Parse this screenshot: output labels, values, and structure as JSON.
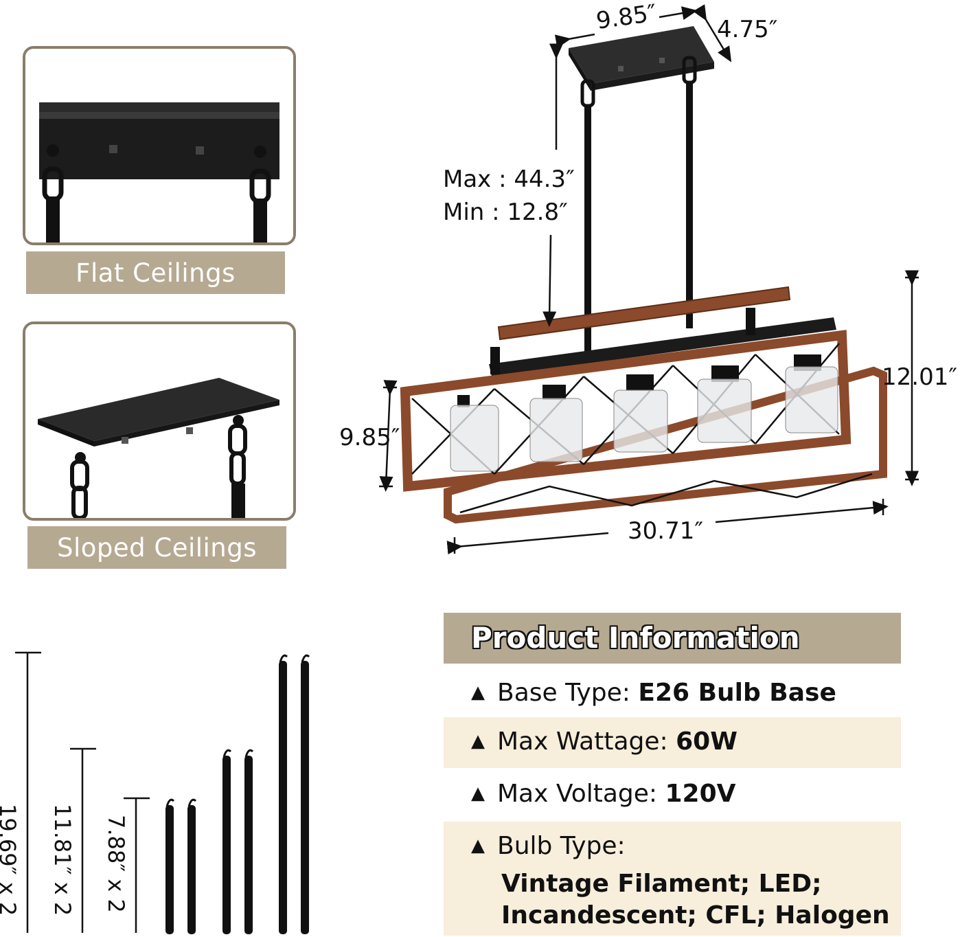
{
  "panels": {
    "flat": {
      "caption": "Flat Ceilings"
    },
    "sloped": {
      "caption": "Sloped Ceilings"
    }
  },
  "dimensions": {
    "canopy_length": "9.85″",
    "canopy_width": "4.75″",
    "max_height": "Max : 44.3″",
    "min_height": "Min : 12.8″",
    "fixture_height": "12.01″",
    "frame_height": "9.85″",
    "fixture_length": "30.71″"
  },
  "rods": [
    {
      "label": "19.69″ x 2"
    },
    {
      "label": "11.81″ x 2"
    },
    {
      "label": "7.88″ x 2"
    }
  ],
  "product_info": {
    "title": "Product Information",
    "rows": [
      {
        "label": "Base Type: ",
        "value": "E26 Bulb Base"
      },
      {
        "label": "Max Wattage: ",
        "value": "60W"
      },
      {
        "label": "Max Voltage: ",
        "value": "120V"
      },
      {
        "label": "Bulb Type:",
        "value_lines": [
          "Vintage Filament; LED;",
          "Incandescent; CFL; Halogen"
        ]
      }
    ]
  },
  "colors": {
    "caption_bg": "#b6a992",
    "panel_border": "#8a7d6a",
    "wood": "#8b4a2b",
    "metal": "#1a1a1a",
    "row_shade": "#f7eedb"
  }
}
